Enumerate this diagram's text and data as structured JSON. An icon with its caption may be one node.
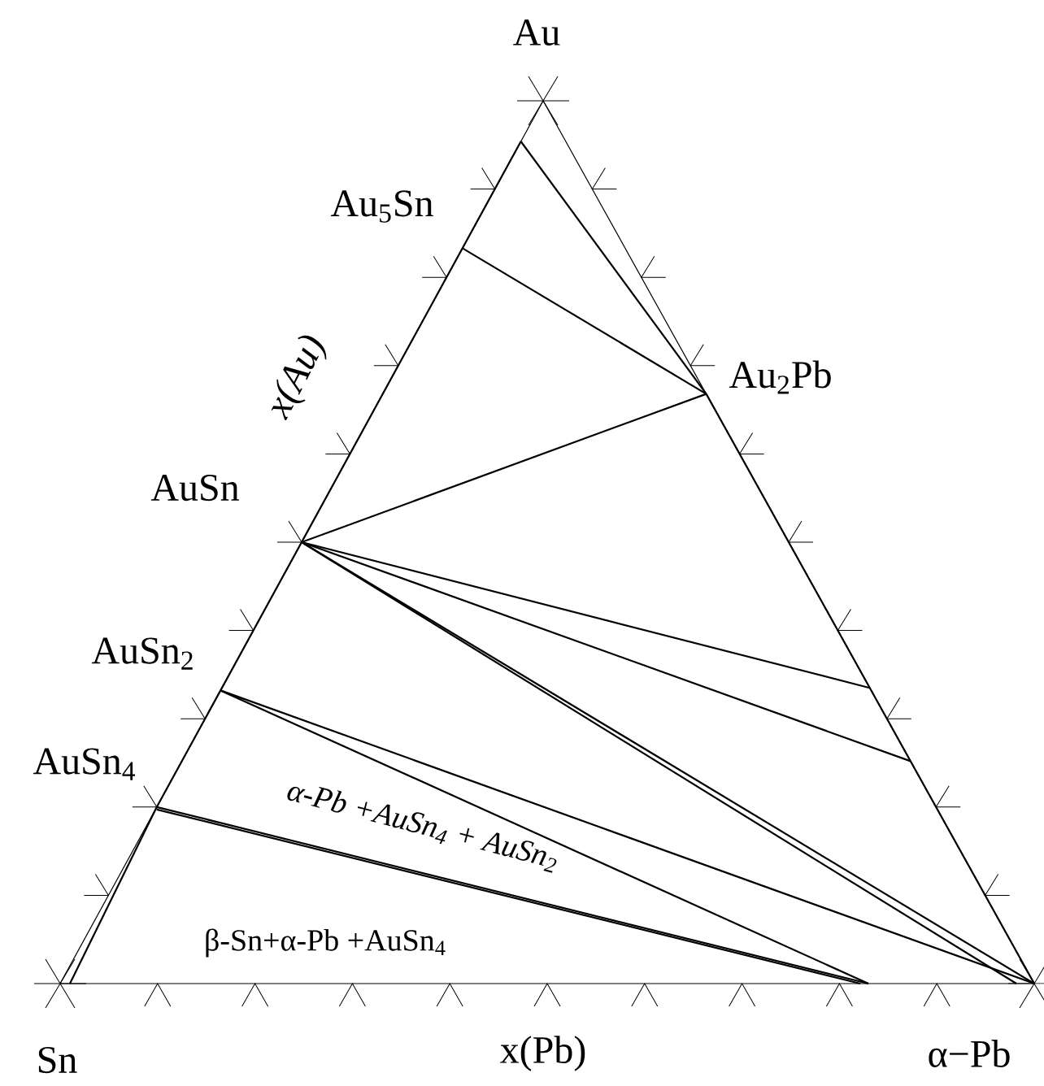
{
  "diagram": {
    "labels": [
      "Au",
      "Au$_{5}$Sn",
      "x(Au)",
      "Au$_{2}$Pb",
      "AuSn",
      "AuSn$_{2}$",
      "AuSn$_{4}$",
      "α-Pb +AuSn$_{4}$ + AuSn$_{2}$",
      "β-Sn+α-Pb +AuSn$_{4}$",
      "Sn",
      "x(Pb)",
      "α−Pb"
    ]
  }
}
